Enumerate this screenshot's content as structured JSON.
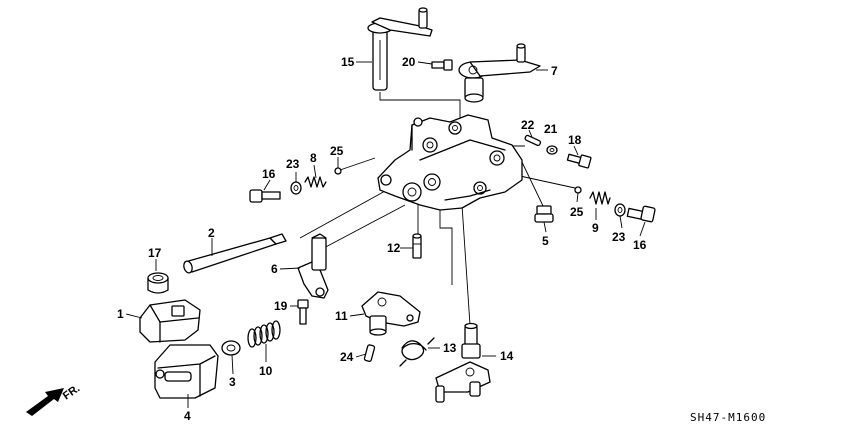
{
  "callouts": {
    "c1": "1",
    "c2": "2",
    "c3": "3",
    "c4": "4",
    "c5": "5",
    "c6": "6",
    "c7": "7",
    "c8": "8",
    "c9": "9",
    "c10": "10",
    "c11": "11",
    "c12": "12",
    "c13": "13",
    "c14": "14",
    "c15": "15",
    "c16a": "16",
    "c16b": "16",
    "c17": "17",
    "c18": "18",
    "c19": "19",
    "c20": "20",
    "c21": "21",
    "c22": "22",
    "c23a": "23",
    "c23b": "23",
    "c24": "24",
    "c25a": "25",
    "c25b": "25"
  },
  "direction_label": "FR.",
  "diagram_code": "SH47-M1600"
}
